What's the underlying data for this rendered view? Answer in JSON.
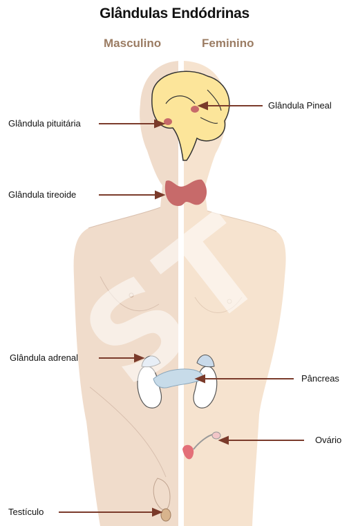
{
  "title": "Glândulas Endódrinas",
  "columns": {
    "male": "Masculino",
    "female": "Feminino"
  },
  "labels": {
    "pituitary": "Glândula pituitária",
    "thyroid": "Glândula tireoide",
    "adrenal": "Glândula adrenal",
    "testicle": "Testículo",
    "pineal": "Glândula Pineal",
    "pancreas": "Pâncreas",
    "ovary": "Ovário"
  },
  "colors": {
    "male_skin": "#f0dccb",
    "female_skin": "#f6e3cf",
    "brain": "#fce59a",
    "gland": "#c76a6a",
    "pointer": "#7a3a2a",
    "pancreas": "#c7dbe9",
    "heading_accent": "#9b7c63"
  }
}
